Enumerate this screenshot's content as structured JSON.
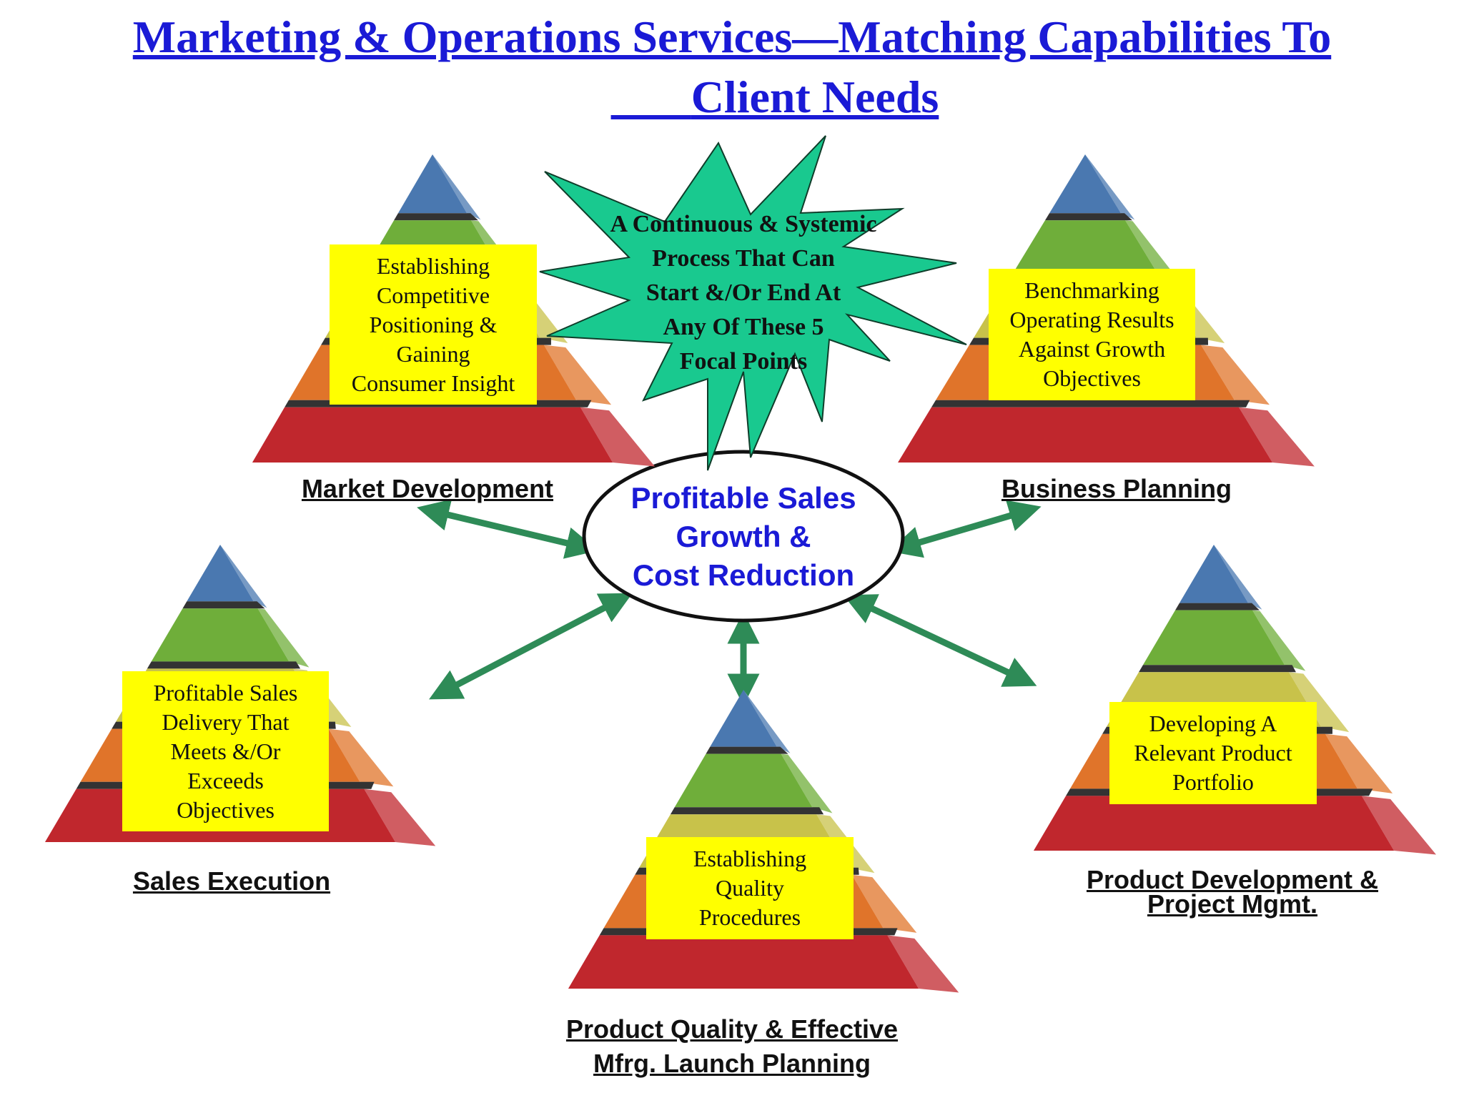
{
  "title": {
    "line1": "Marketing & Operations Services—Matching Capabilities To",
    "line2": "Client Needs"
  },
  "center": {
    "line1": "Profitable Sales",
    "line2": "Growth &",
    "line3": "Cost Reduction"
  },
  "starburst": {
    "lines": [
      "A Continuous & Systemic",
      "Process That Can",
      "Start &/Or End At",
      "Any Of These 5",
      "Focal Points"
    ]
  },
  "focal_points": [
    {
      "label": "Market Development",
      "box_lines": [
        "Establishing",
        "Competitive",
        "Positioning &",
        "Gaining",
        "Consumer Insight"
      ]
    },
    {
      "label": "Business Planning",
      "box_lines": [
        "Benchmarking",
        "Operating Results",
        "Against Growth",
        "Objectives"
      ]
    },
    {
      "label": "Sales Execution",
      "box_lines": [
        "Profitable Sales",
        "Delivery That",
        "Meets &/Or",
        "Exceeds",
        "Objectives"
      ]
    },
    {
      "label_lines": [
        "Product Quality & Effective",
        "Mfrg. Launch Planning"
      ],
      "box_lines": [
        "Establishing",
        "Quality",
        "Procedures"
      ]
    },
    {
      "label_lines": [
        "Product Development &",
        "Project Mgmt."
      ],
      "box_lines": [
        "Developing A",
        "Relevant Product",
        "Portfolio"
      ]
    }
  ],
  "colors": {
    "title": "#1a1ad6",
    "center_text": "#1a1ad6",
    "starburst": "#19c98f",
    "arrow": "#2e8b57",
    "box": "#ffff00",
    "tier_top": "#4a78b0",
    "tier_2": "#6fae3a",
    "tier_3": "#c8c24a",
    "tier_4": "#e0742a",
    "tier_base": "#c0272d"
  }
}
